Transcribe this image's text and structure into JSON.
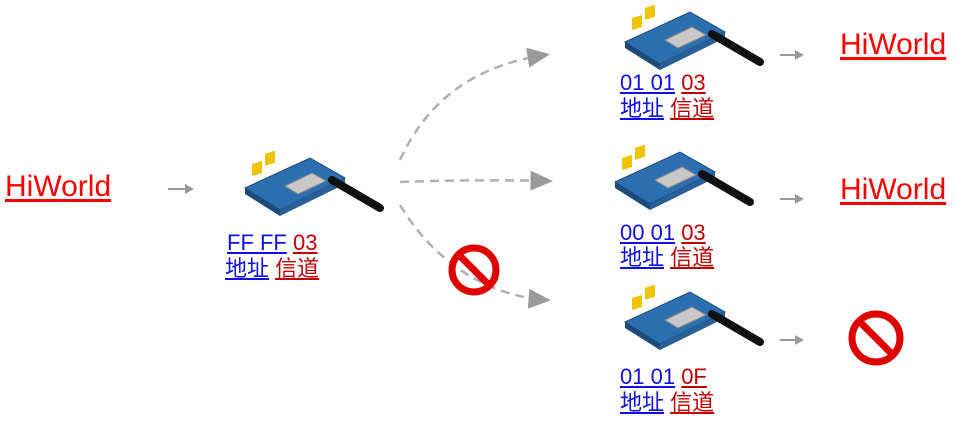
{
  "colors": {
    "message": "#ff0000",
    "address": "#1010e0",
    "channel": "#c00000",
    "arrow": "#9a9a9a",
    "prohibit": "#e00000"
  },
  "icons": {
    "module": "lora-hat-module-icon",
    "blocked": "prohibited-icon",
    "arrow": "arrow-right-icon"
  },
  "sender": {
    "message": "HiWorld",
    "address": "FF FF",
    "channel": "03",
    "address_caption": "地址",
    "channel_caption": "信道"
  },
  "receivers": [
    {
      "address": "01 01",
      "channel": "03",
      "address_caption": "地址",
      "channel_caption": "信道",
      "received": "HiWorld"
    },
    {
      "address": "00 01",
      "channel": "03",
      "address_caption": "地址",
      "channel_caption": "信道",
      "received": "HiWorld"
    },
    {
      "address": "01 01",
      "channel": "0F",
      "address_caption": "地址",
      "channel_caption": "信道",
      "received": ""
    }
  ]
}
